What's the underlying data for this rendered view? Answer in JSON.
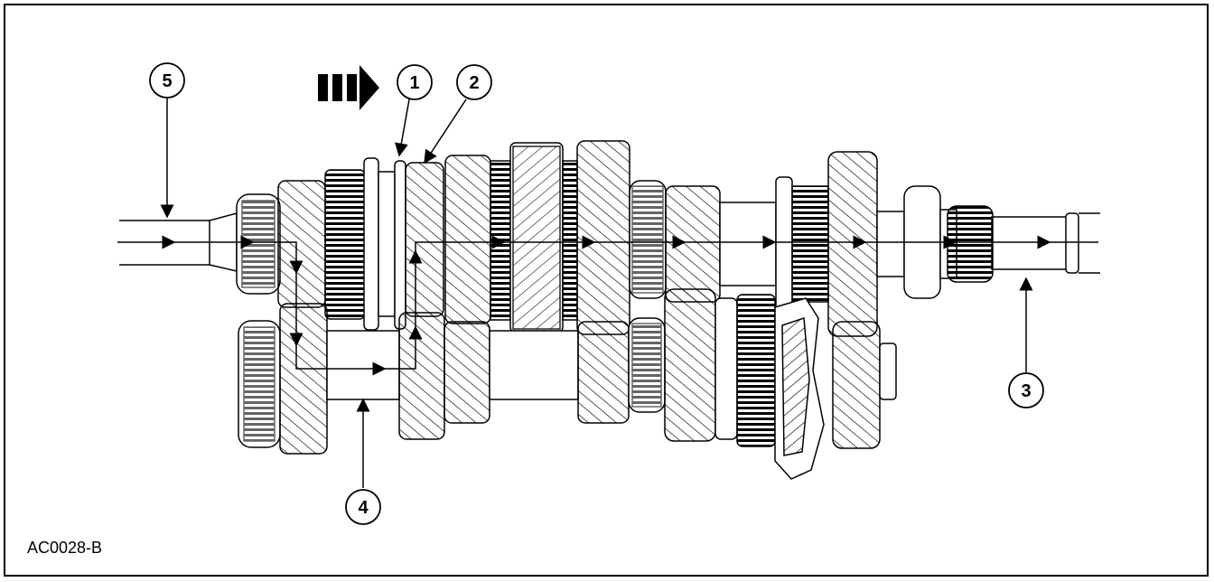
{
  "figure": {
    "id": "AC0028-B"
  },
  "callouts": [
    {
      "label": "1"
    },
    {
      "label": "2"
    },
    {
      "label": "3"
    },
    {
      "label": "4"
    },
    {
      "label": "5"
    }
  ],
  "colors": {
    "line": "#000000",
    "background": "#ffffff",
    "gear_fill": "#ffffff"
  },
  "icons": {
    "direction_marker": "forward-arrow-icon"
  }
}
